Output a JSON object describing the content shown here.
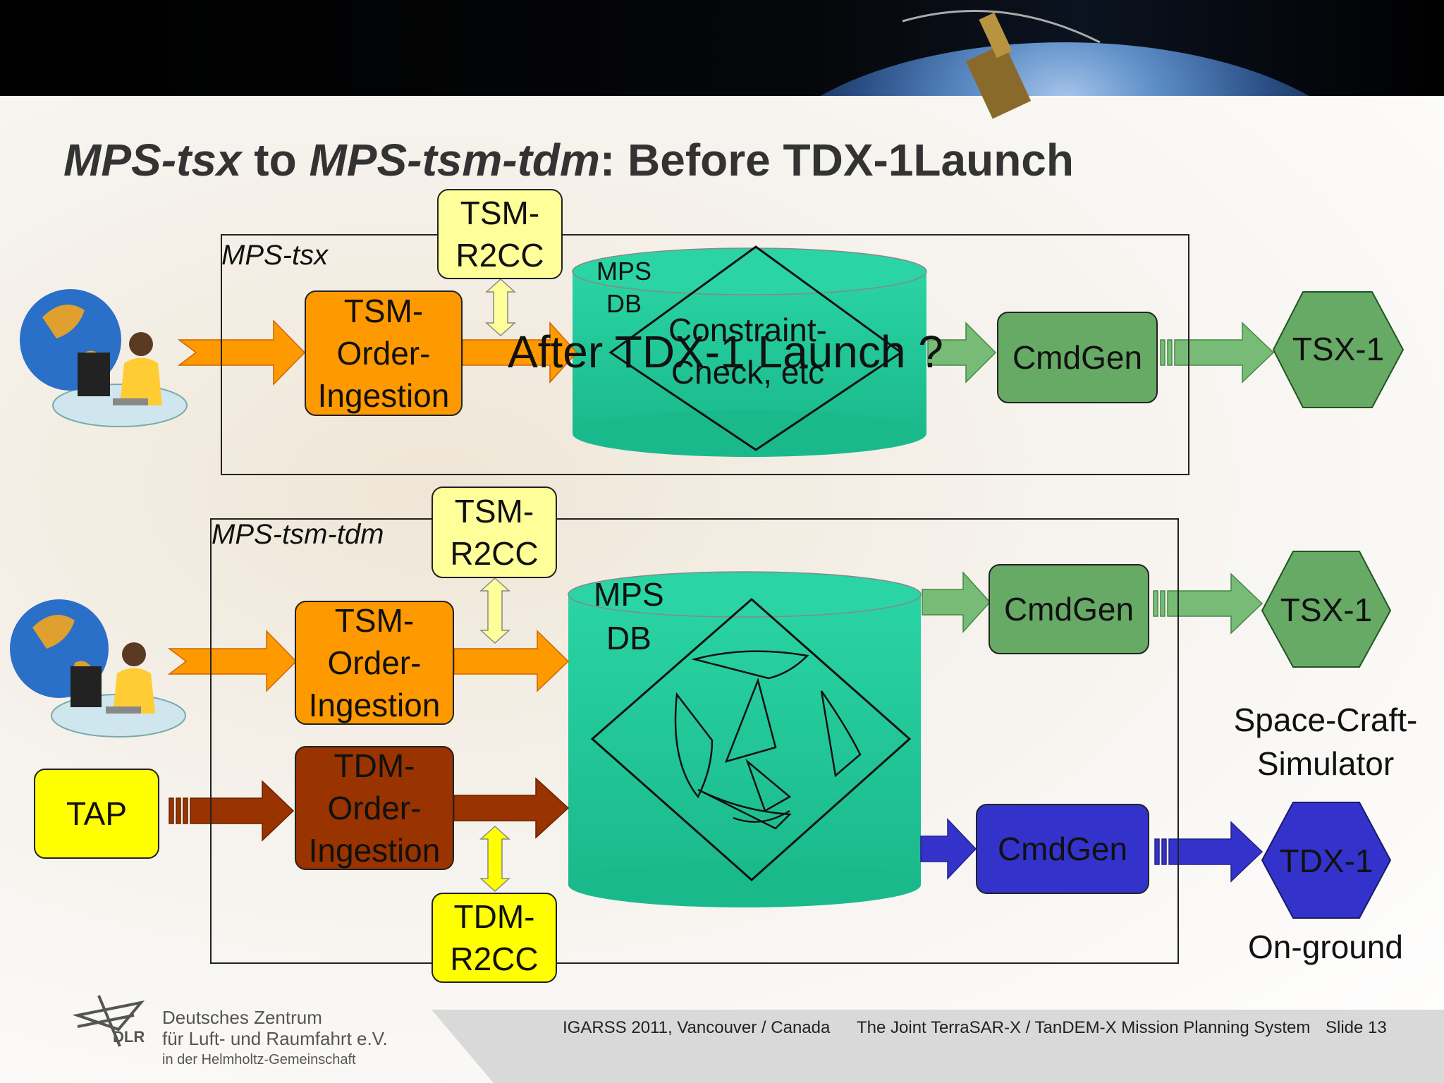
{
  "title": {
    "part1": "MPS-tsx",
    "part2": " to ",
    "part3": "MPS-tsm-tdm",
    "part4": ": Before TDX-1Launch"
  },
  "top_panel": {
    "label": "MPS-tsx",
    "r2cc": [
      "TSM-",
      "R2CC"
    ],
    "ingestion": [
      "TSM-",
      "Order-",
      "Ingestion"
    ],
    "db": [
      "MPS",
      "DB"
    ],
    "constraint": [
      "Constraint-",
      "Check, etc"
    ],
    "overlay": "After TDX-1 Launch ?",
    "cmdgen": "CmdGen",
    "satellite": "TSX-1"
  },
  "bottom_panel": {
    "label": "MPS-tsm-tdm",
    "tsm_r2cc": [
      "TSM-",
      "R2CC"
    ],
    "tsm_ingestion": [
      "TSM-",
      "Order-",
      "Ingestion"
    ],
    "tdm_ingestion": [
      "TDM-",
      "Order-",
      "Ingestion"
    ],
    "tdm_r2cc": [
      "TDM-",
      "R2CC"
    ],
    "tap": "TAP",
    "db": [
      "MPS",
      "DB"
    ],
    "cmdgen_green": "CmdGen",
    "cmdgen_blue": "CmdGen",
    "sat_tsx": "TSX-1",
    "sat_tdx": "TDX-1",
    "simulator": [
      "Space-Craft-",
      "Simulator"
    ],
    "onground": "On-ground"
  },
  "footer": {
    "conference": "IGARSS 2011, Vancouver / Canada",
    "talk": "The Joint TerraSAR-X / TanDEM-X Mission Planning System",
    "slide": "Slide 13",
    "org_line1": "Deutsches Zentrum",
    "org_line2": "für Luft- und Raumfahrt e.V.",
    "org_line3": "in der Helmholtz-Gemeinschaft",
    "logo_text": "DLR"
  },
  "colors": {
    "orange": "#ff9900",
    "brown": "#993300",
    "green": "#66aa66",
    "blue": "#3333cc",
    "db": "#20c997",
    "yellow": "#ffff00"
  }
}
